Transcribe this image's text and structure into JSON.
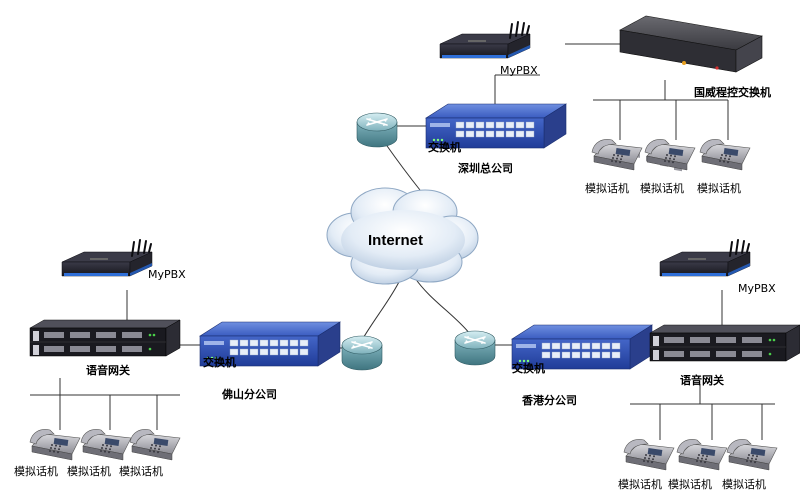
{
  "labels": {
    "internet": "Internet",
    "hq": "深圳总公司",
    "foshan": "佛山分公司",
    "hongkong": "香港分公司",
    "switch": "交换机",
    "mypbx": "MyPBX",
    "voice_gateway": "语音网关",
    "legacy_pbx": "国威程控交换机",
    "phone": "模拟话机"
  },
  "colors": {
    "switch_blue": "#2a4aa8",
    "router_cyan": "#8fbfc8",
    "line": "#333333",
    "device_black": "#1c1c22"
  }
}
